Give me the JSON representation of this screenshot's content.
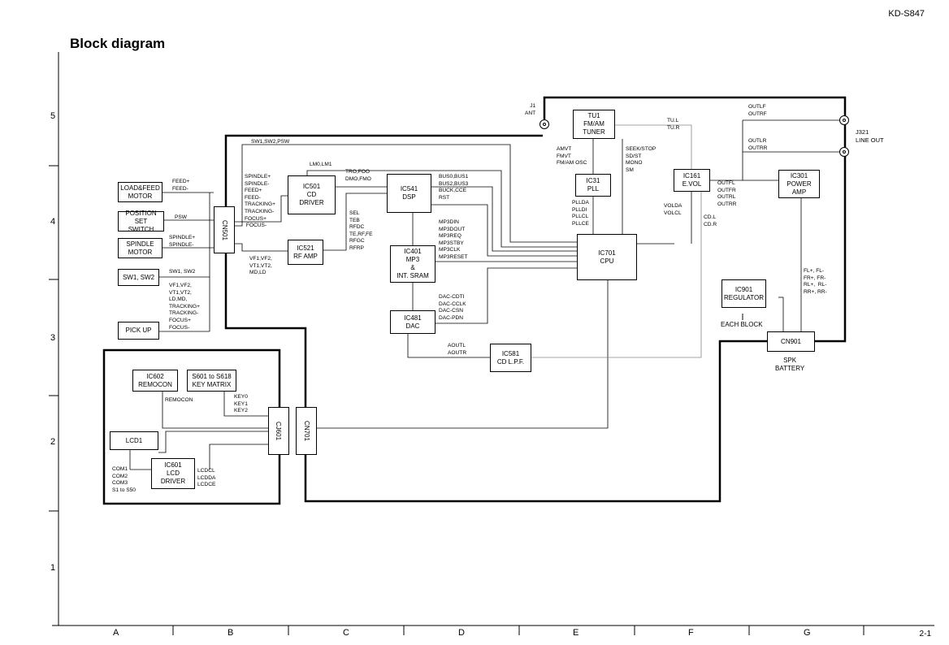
{
  "header": {
    "model": "KD-S847",
    "title": "Block diagram",
    "page": "2-1"
  },
  "grid": {
    "rows": [
      "5",
      "4",
      "3",
      "2",
      "1"
    ],
    "columns": [
      "A",
      "B",
      "C",
      "D",
      "E",
      "F",
      "G"
    ]
  },
  "blocks": {
    "load_feed_motor": "LOAD&FEED\nMOTOR",
    "position_set_switch": "POSITION SET\nSWITCH",
    "spindle_motor": "SPINDLE\nMOTOR",
    "sw1_sw2": "SW1, SW2",
    "pick_up": "PICK UP",
    "cn501": "CN501",
    "ic501": "IC501\nCD\nDRIVER",
    "ic521": "IC521\nRF AMP",
    "ic541": "IC541\nDSP",
    "ic401": "IC401\nMP3\n&\nINT. SRAM",
    "ic481": "IC481\nDAC",
    "ic581": "IC581\nCD L.P.F.",
    "tu1": "TU1\nFM/AM\nTUNER",
    "ic31": "IC31\nPLL",
    "ic701": "IC701\nCPU",
    "ic161": "IC161\nE.VOL",
    "ic301": "IC301\nPOWER\nAMP",
    "ic901": "IC901\nREGULATOR",
    "cn901": "CN901",
    "ic602": "IC602\nREMOCON",
    "s601": "S601 to S618\nKEY MATRIX",
    "lcd1": "LCD1",
    "ic601": "IC601\nLCD\nDRIVER",
    "cj601": "CJ601",
    "cn701": "CN701"
  },
  "labels": {
    "feed": "FEED+\nFEED-",
    "psw": "PSW",
    "spindle": "SPINDLE+\nSPINDLE-",
    "sw12": "SW1, SW2",
    "pickup_sigs": "VF1,VF2,\nVT1,VT2,\nLD,MD,\nTRACKING+\nTRACKING-\nFOCUS+\nFOCUS-",
    "sw_psw": "SW1,SW2,PSW",
    "drive_sigs": "SPINDLE+\nSPINDLE-\nFEED+\nFEED-\nTRACKING+\nTRACKING-\nFOCUS+\n FOCUS-",
    "lm": "LM0,LM1",
    "rf_in": "VF1,VF2,\nVT1,VT2,\nMD,LD",
    "tro": "TRO,FOO\nDMO,FMO",
    "rf_out": "SEL\nTEB\nRFDC\nTE,RF,FE\nRFGC\nRFRP",
    "bus": "BUS0,BUS1\nBUS2,BUS3\nBUCK,CCE\nRST",
    "mp3": "MP3DIN\nMP3DOUT\nMP3REQ\nMP3STBY\nMP3CLK\nMP3RESET",
    "dac_ctl": "DAC-CDTI\nDAC-CCLK\nDAC-CSN\nDAC-PDN",
    "aout": "AOUTL\nAOUTR",
    "j1": "J1\nANT",
    "amvt": "AMVT\nFMVT\nFM/AM OSC",
    "seek": "SEEK/STOP\nSD/ST\nMONO\nSM",
    "pll": "PLLDA\nPLLDI\nPLLCL\nPLLCE",
    "tu_lr": "TU.L\nTU.R",
    "volda": "VOLDA\nVOLCL",
    "cd_lr": "CD.L\nCD.R",
    "outf": "OUTLF\nOUTRF",
    "outr": "OUTLR\nOUTRR",
    "evol_out": "OUTFL\nOUTFR\nOUTRL\nOUTRR",
    "j321": "J321\nLINE OUT",
    "spk_sigs": "FL+, FL-\nFR+, FR-\nRL+,  RL-\nRR+, RR-",
    "each_block": "EACH BLOCK",
    "spk": "SPK\nBATTERY",
    "remocon": "REMOCON",
    "keys": "KEY0\nKEY1\nKEY2",
    "com": "COM1\nCOM2\nCOM3\nS1 to S50",
    "lcdc": "LCDCL\nLCDDA\nLCDCE"
  },
  "colors": {
    "line": "#000000",
    "gray_line": "#888888"
  }
}
